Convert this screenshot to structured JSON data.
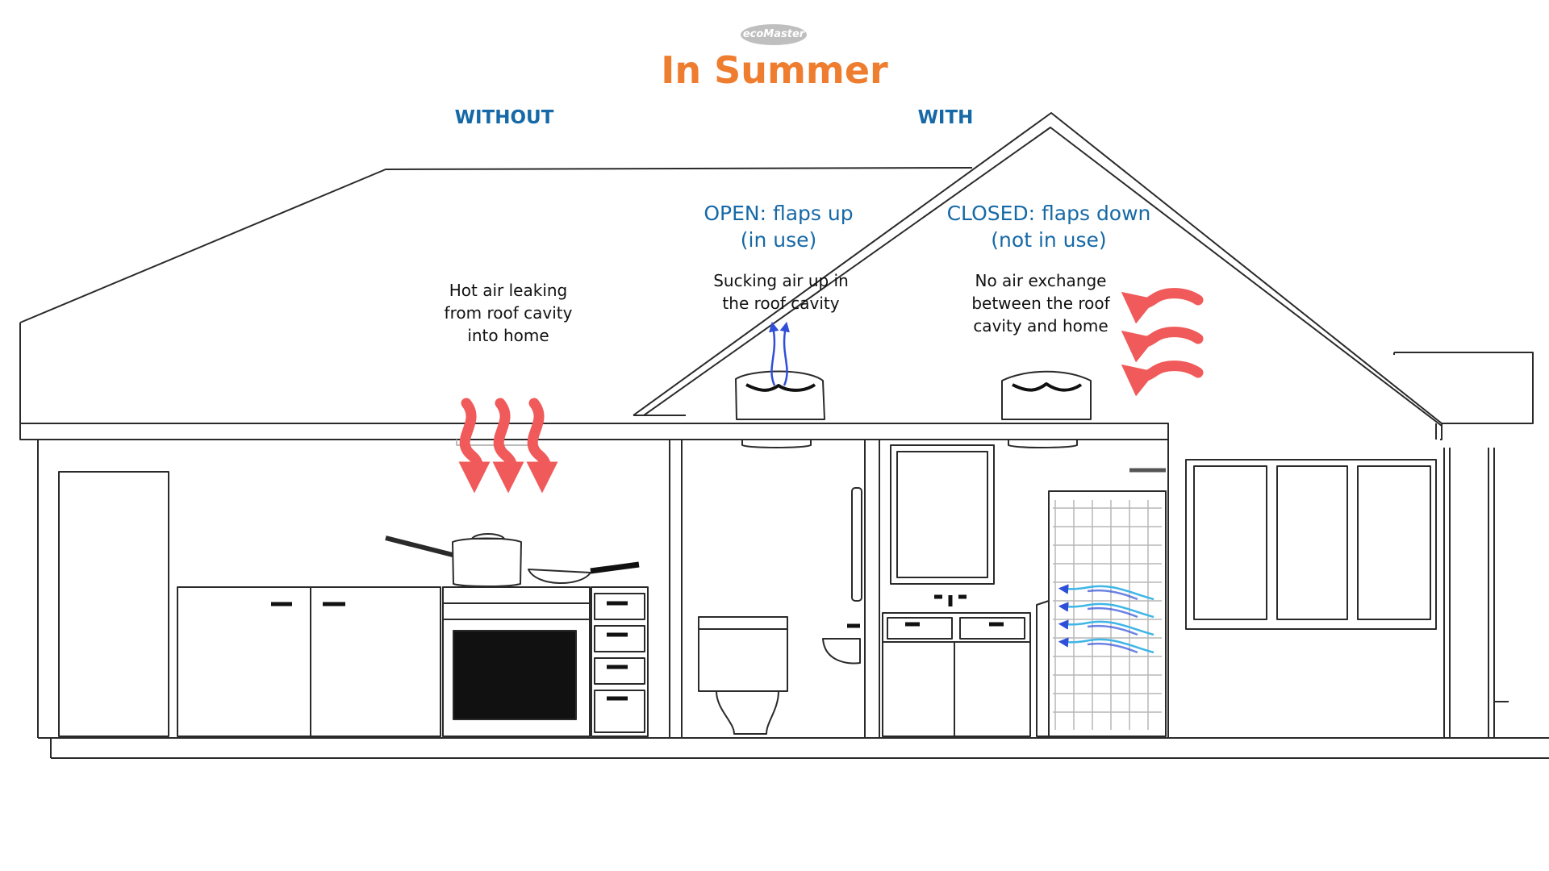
{
  "logo": {
    "text": "ecoMaster"
  },
  "title": "In Summer",
  "headers": {
    "without": "WITHOUT",
    "with": "WITH"
  },
  "open": {
    "state_line1": "OPEN: flaps up",
    "state_line2": "(in use)",
    "note_line1": "Sucking air up in",
    "note_line2": "the roof cavity"
  },
  "closed": {
    "state_line1": "CLOSED: flaps down",
    "state_line2": "(not in use)",
    "note_line1": "No air exchange",
    "note_line2": "between the roof",
    "note_line3": "cavity and home"
  },
  "without": {
    "note_line1": "Hot air leaking",
    "note_line2": "from roof cavity",
    "note_line3": "into home"
  },
  "colors": {
    "title": "#ee7d30",
    "headers": "#1669a6",
    "hot_air_arrows": "#f05a5a",
    "cool_air_arrows": "#2f4fd8",
    "cool_air_arrows_light": "#3fb6e6",
    "line_work": "#2a2a2a"
  }
}
